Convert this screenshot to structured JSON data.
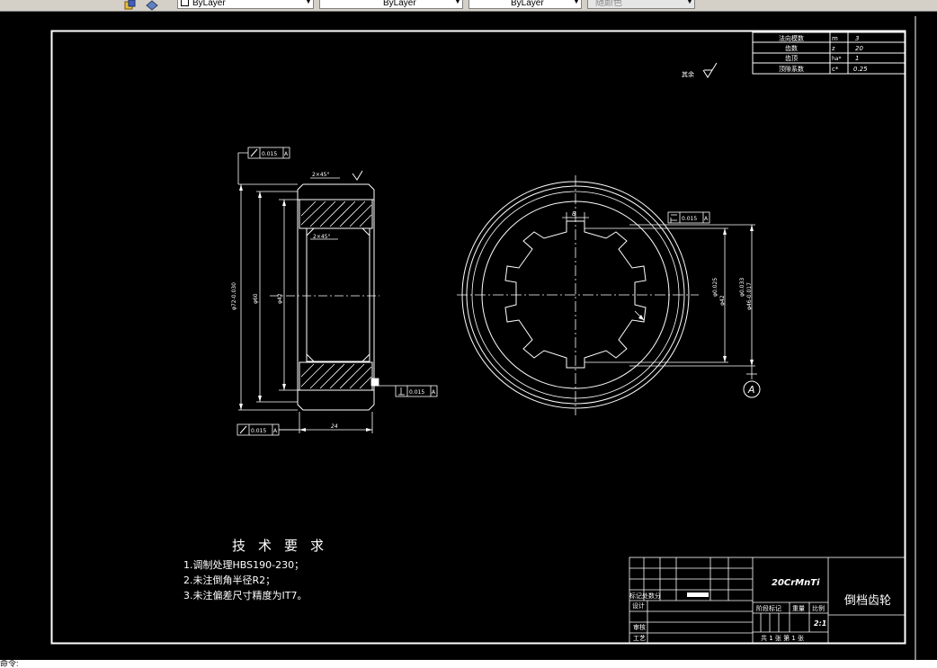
{
  "toolbar": {
    "color_combo": "ByLayer",
    "linetype_combo": "ByLayer",
    "lineweight_combo": "ByLayer",
    "plotstyle_combo": "随颜色"
  },
  "drawing": {
    "surface_roughness_rest": "其余",
    "params": [
      {
        "name": "法向模数",
        "symbol": "m",
        "value": "3"
      },
      {
        "name": "齿数",
        "symbol": "z",
        "value": "20"
      },
      {
        "name": "齿顶",
        "symbol": "ha*",
        "value": "1"
      },
      {
        "name": "顶隙系数",
        "symbol": "c*",
        "value": "0.25"
      }
    ],
    "side_view": {
      "runout_top": "0.015",
      "runout_bottom": "0.015",
      "datum_letter": "A",
      "chamfer_outer": "2×45°",
      "chamfer_inner": "2×45°",
      "dim_outer": "φ72-0.030",
      "dim_mid": "φ60",
      "dim_inner": "φ42",
      "dim_width": "24"
    },
    "front_view": {
      "runout": "0.015",
      "datum": "A",
      "spline_width": "8",
      "dim_1": "φ0.025",
      "dim_2": "φ42",
      "dim_3": "φ0.033",
      "dim_4": "φ46-0.017"
    },
    "notes": {
      "title": "技术要求",
      "items": [
        "1.调制处理HBS190-230；",
        "2.未注倒角半径R2；",
        "3.未注偏差尺寸精度为IT7。"
      ]
    },
    "title_block": {
      "material": "20CrMnTi",
      "part_name": "倒档齿轮",
      "scale": "2:1",
      "row_marks": "标记处数分",
      "design": "设计",
      "review": "审核",
      "process": "工艺",
      "stage_mark": "阶段标记",
      "weight": "重量",
      "ratio": "比例",
      "sheets": "共 1 张  第 1 张"
    }
  },
  "command_line": {
    "prompt": "命令:"
  }
}
